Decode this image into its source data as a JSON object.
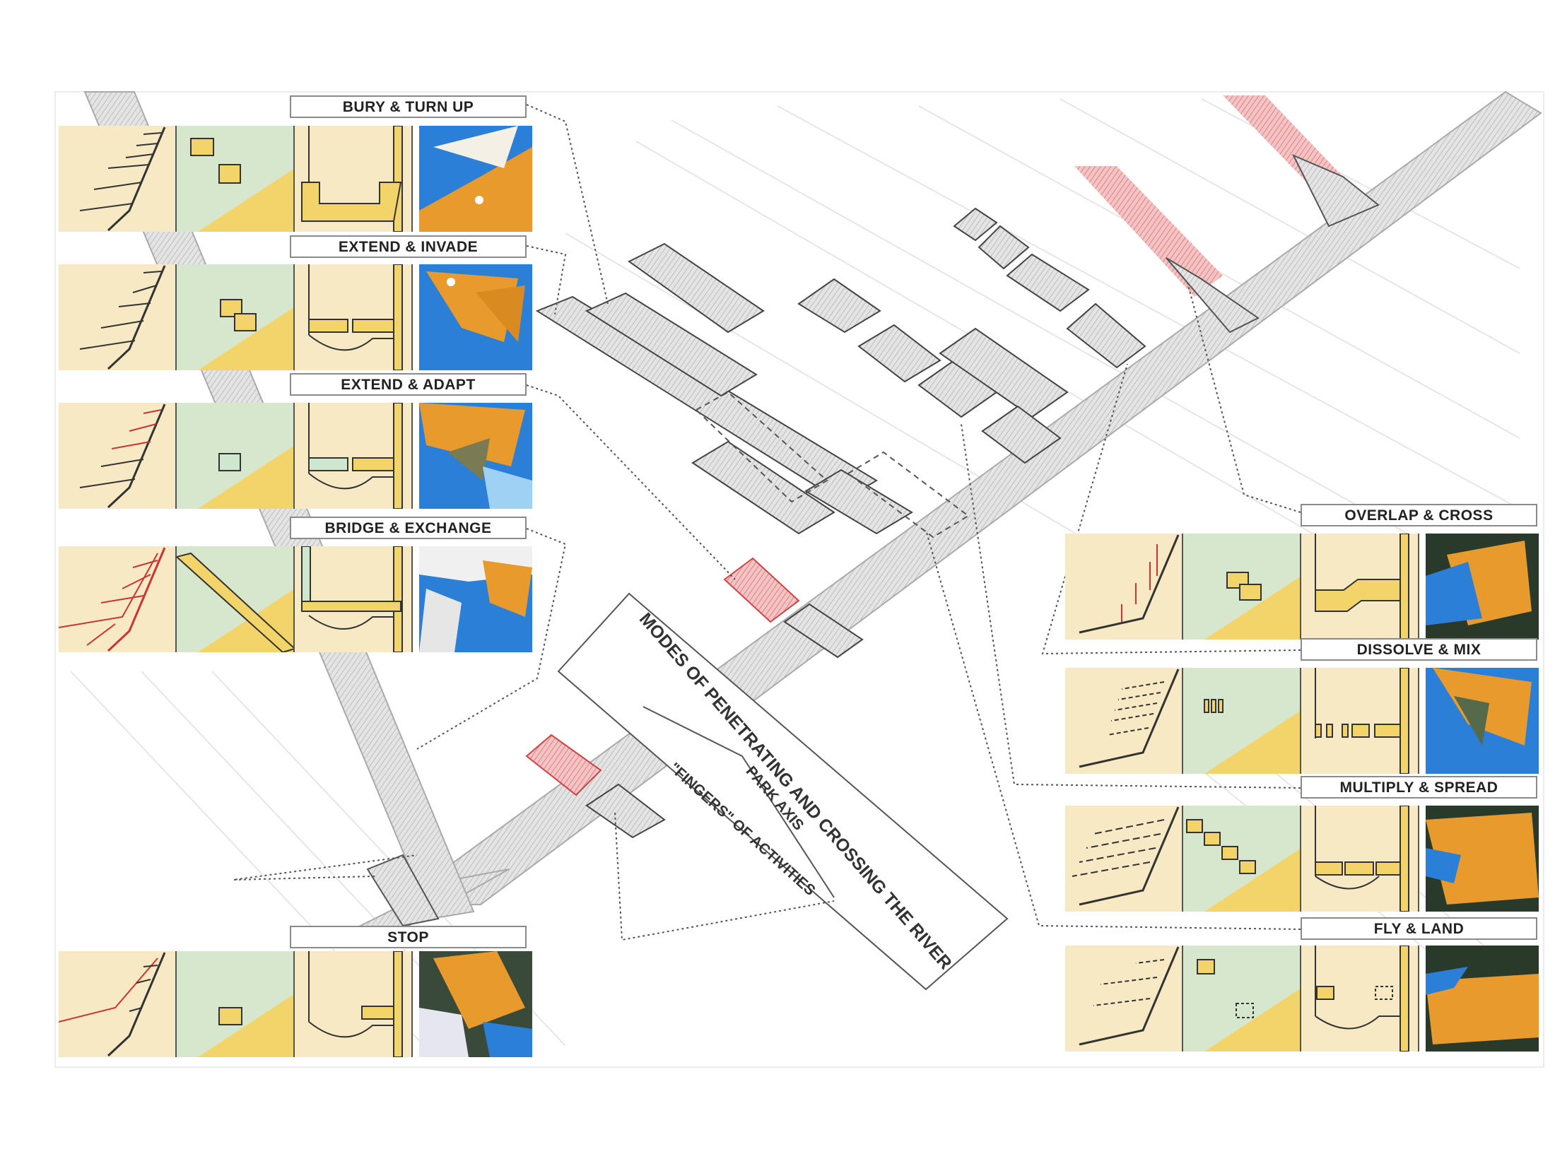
{
  "diagram": {
    "modes": [
      {
        "id": "bury",
        "label": "BURY & TURN UP"
      },
      {
        "id": "extend-invade",
        "label": "EXTEND & INVADE"
      },
      {
        "id": "extend-adapt",
        "label": "EXTEND & ADAPT"
      },
      {
        "id": "bridge",
        "label": "BRIDGE & EXCHANGE"
      },
      {
        "id": "stop",
        "label": "STOP"
      },
      {
        "id": "overlap",
        "label": "OVERLAP & CROSS"
      },
      {
        "id": "dissolve",
        "label": "DISSOLVE & MIX"
      },
      {
        "id": "multiply",
        "label": "MULTIPLY & SPREAD"
      },
      {
        "id": "fly",
        "label": "FLY & LAND"
      }
    ],
    "map_labels": {
      "main_title": "MODES OF PENETRATING AND CROSSING THE RIVER",
      "park_axis": "PARK AXIS",
      "fingers": "\"FINGERS\" OF ACTIVITIES"
    },
    "colors": {
      "panel_bg": "#f6e9c4",
      "pencil_grey": "#cfcfcf",
      "red_hatch": "#e8a0a0",
      "yellow_wash": "#f3d46a",
      "green_wash": "#cfe6cf",
      "model_orange": "#e89a2c",
      "model_blue": "#2c7fd6"
    }
  }
}
